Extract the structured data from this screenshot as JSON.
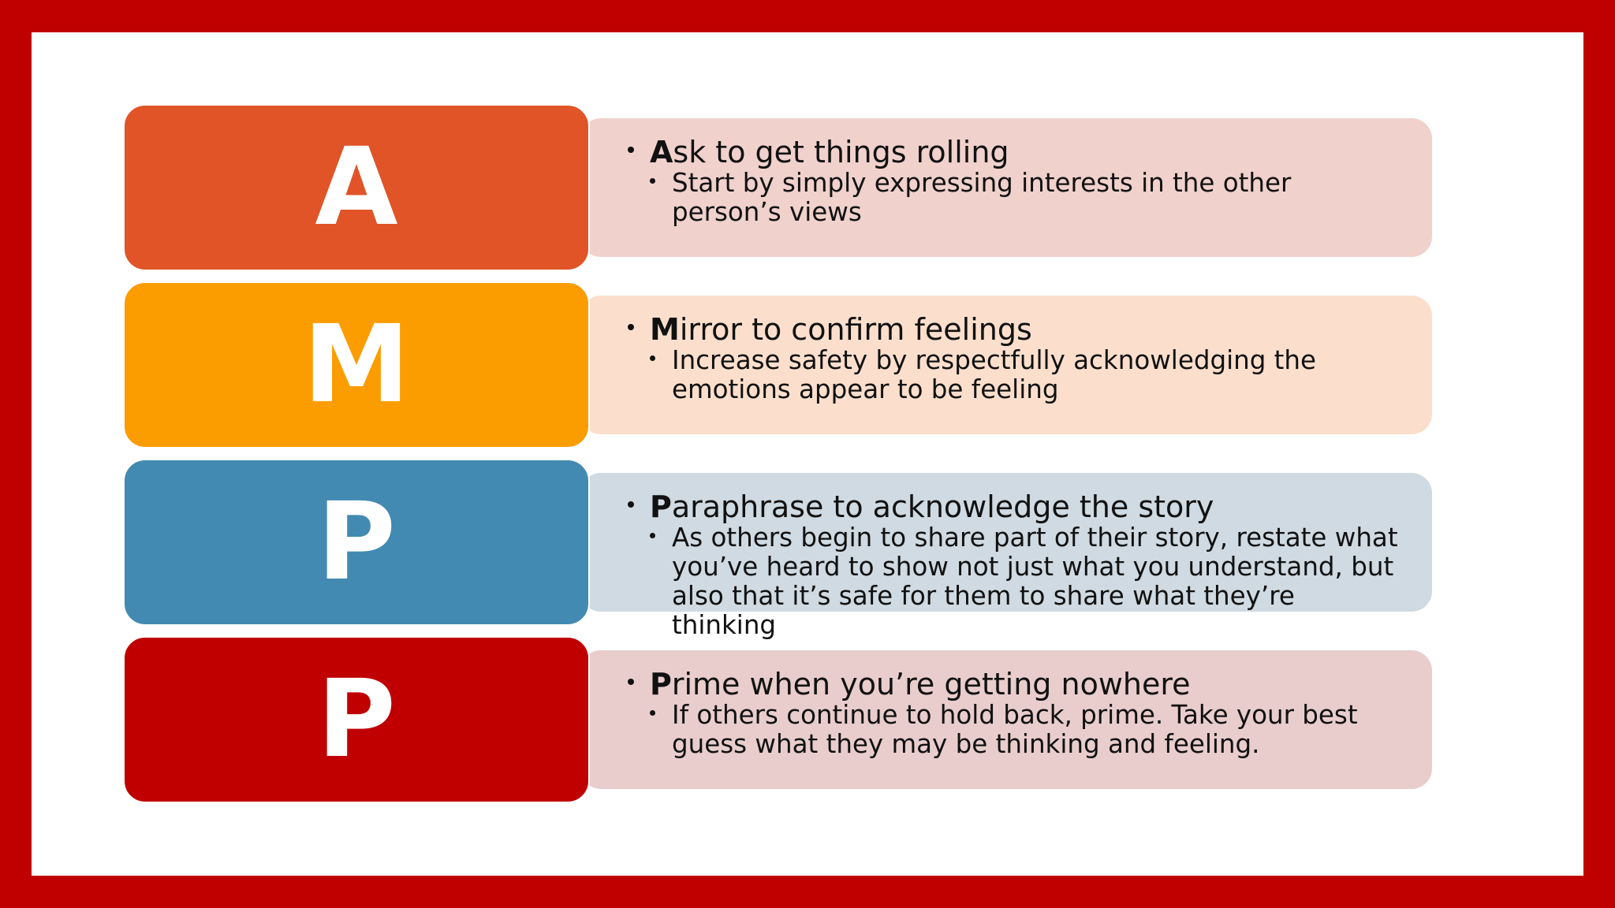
{
  "rows": [
    {
      "letter": "A",
      "title_initial": "A",
      "title_rest": "sk to get things rolling",
      "detail": "Start by simply expressing interests in the other person’s views",
      "letter_color": "#e05428",
      "desc_color": "#f0d1cc"
    },
    {
      "letter": "M",
      "title_initial": "M",
      "title_rest": "irror to confirm feelings",
      "detail": "Increase safety by respectfully acknowledging the emotions appear to be feeling",
      "letter_color": "#fb9d00",
      "desc_color": "#fbdfcc"
    },
    {
      "letter": "P",
      "title_initial": "P",
      "title_rest": "araphrase to acknowledge the story",
      "detail": "As others begin to share part of their story, restate what you’ve heard to show not just what you understand, but also that it’s safe for them to share what they’re thinking",
      "letter_color": "#428ab2",
      "desc_color": "#cfdae2"
    },
    {
      "letter": "P",
      "title_initial": "P",
      "title_rest": "rime when you’re getting nowhere",
      "detail": "If others continue to hold back, prime. Take your best guess what they may be thinking and feeling.",
      "letter_color": "#c00000",
      "desc_color": "#e9cdcd"
    }
  ]
}
